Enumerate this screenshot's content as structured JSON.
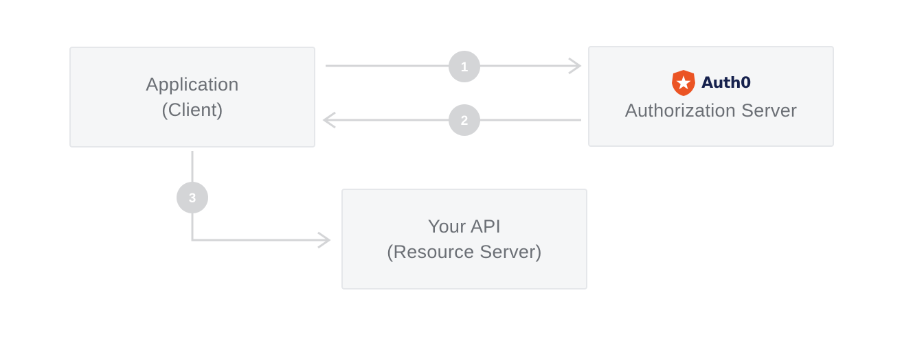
{
  "nodes": {
    "application": {
      "line1": "Application",
      "line2": "(Client)"
    },
    "authorization_server": {
      "brand": "Auth0",
      "label": "Authorization Server"
    },
    "api": {
      "line1": "Your API",
      "line2": "(Resource Server)"
    }
  },
  "steps": [
    {
      "number": "1"
    },
    {
      "number": "2"
    },
    {
      "number": "3"
    }
  ],
  "colors": {
    "box_fill": "#f5f6f7",
    "box_border": "#e5e7ea",
    "connector": "#d4d5d7",
    "text": "#6b6f75",
    "brand_orange": "#eb5424",
    "brand_text": "#16214d"
  },
  "icons": {
    "brand_logo": "auth0-shield-star-icon"
  }
}
